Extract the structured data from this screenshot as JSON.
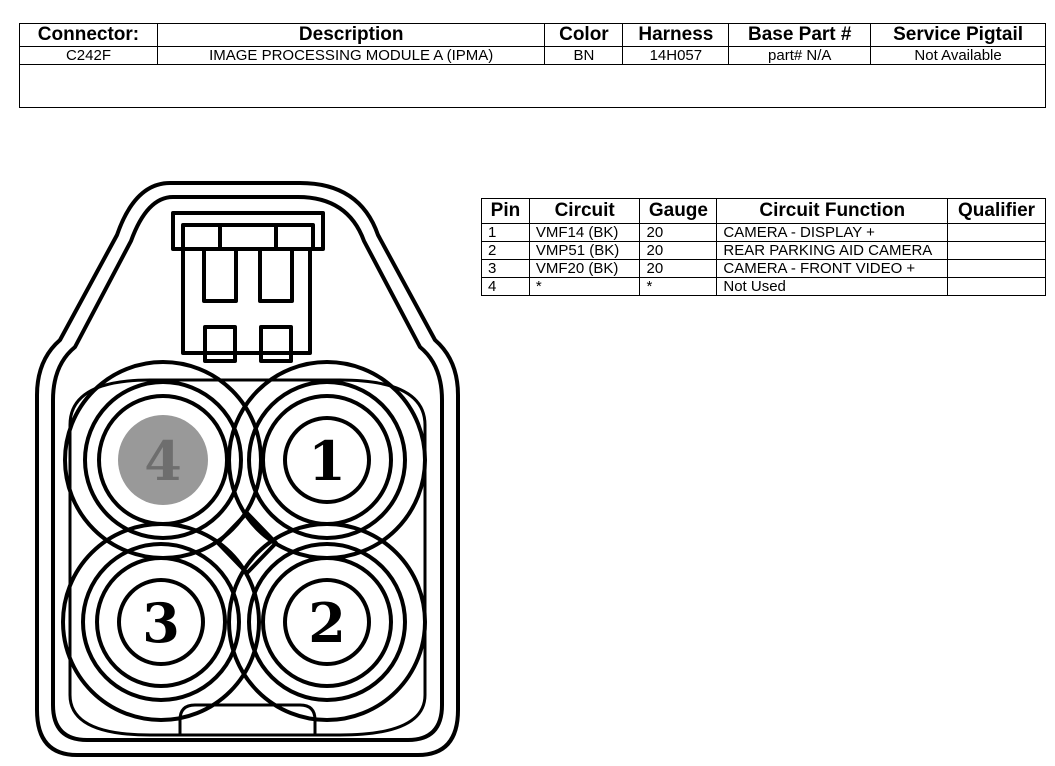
{
  "header": {
    "columns": [
      "Connector:",
      "Description",
      "Color",
      "Harness",
      "Base Part #",
      "Service Pigtail"
    ],
    "row": [
      "C242F",
      "IMAGE PROCESSING MODULE A (IPMA)",
      "BN",
      "14H057",
      "part# N/A",
      "Not Available"
    ]
  },
  "pins": {
    "columns": [
      "Pin",
      "Circuit",
      "Gauge",
      "Circuit Function",
      "Qualifier"
    ],
    "rows": [
      {
        "pin": "1",
        "circuit": "VMF14 (BK)",
        "gauge": "20",
        "function": "CAMERA - DISPLAY +",
        "qualifier": ""
      },
      {
        "pin": "2",
        "circuit": "VMP51 (BK)",
        "gauge": "20",
        "function": "REAR PARKING AID CAMERA",
        "qualifier": ""
      },
      {
        "pin": "3",
        "circuit": "VMF20 (BK)",
        "gauge": "20",
        "function": "CAMERA - FRONT VIDEO +",
        "qualifier": ""
      },
      {
        "pin": "4",
        "circuit": "*",
        "gauge": "*",
        "function": "Not Used",
        "qualifier": ""
      }
    ]
  },
  "diagram": {
    "cavities": [
      {
        "label": "4",
        "state": "unused"
      },
      {
        "label": "1",
        "state": "used"
      },
      {
        "label": "3",
        "state": "used"
      },
      {
        "label": "2",
        "state": "used"
      }
    ],
    "colors": {
      "unused_fill": "#999999",
      "unused_text": "#6e6e6e",
      "outline": "#000000"
    }
  }
}
